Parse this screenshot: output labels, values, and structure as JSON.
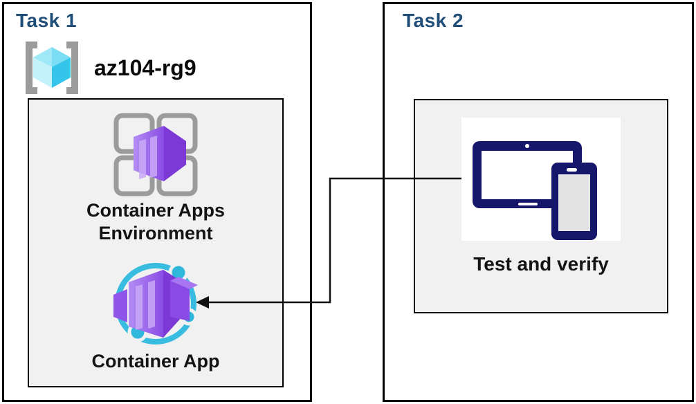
{
  "tasks": [
    {
      "title": "Task 1",
      "resource_group": {
        "name": "az104-rg9",
        "icon": "azure-resource-group"
      },
      "nodes": [
        {
          "label": "Container Apps Environment",
          "label_lines": [
            "Container Apps",
            "Environment"
          ],
          "icon": "container-apps-environment"
        },
        {
          "label": "Container App",
          "icon": "container-app"
        }
      ]
    },
    {
      "title": "Task 2",
      "nodes": [
        {
          "label": "Test and verify",
          "icon": "tablet-and-phone-devices"
        }
      ]
    }
  ],
  "connector": {
    "from": "test-and-verify",
    "to": "container-app",
    "type": "elbow-arrow",
    "arrowhead": "points-left-at-container-app"
  },
  "colors": {
    "title_navy": "#1F4E79",
    "label_black": "#141414",
    "box_border": "#000000",
    "panel_fill": "#F1F1F1",
    "connector": "#111111",
    "purple_front": "#A678F0",
    "purple_dark": "#7C39D6",
    "cyan_ring": "#38BCDF",
    "rg_cube_light": "#C4F2FA",
    "rg_cube_dark": "#34C6EA",
    "bracket_gray": "#9B9B9B",
    "device_navy": "#16166B",
    "device_screen_gray": "#E3E3E3"
  }
}
